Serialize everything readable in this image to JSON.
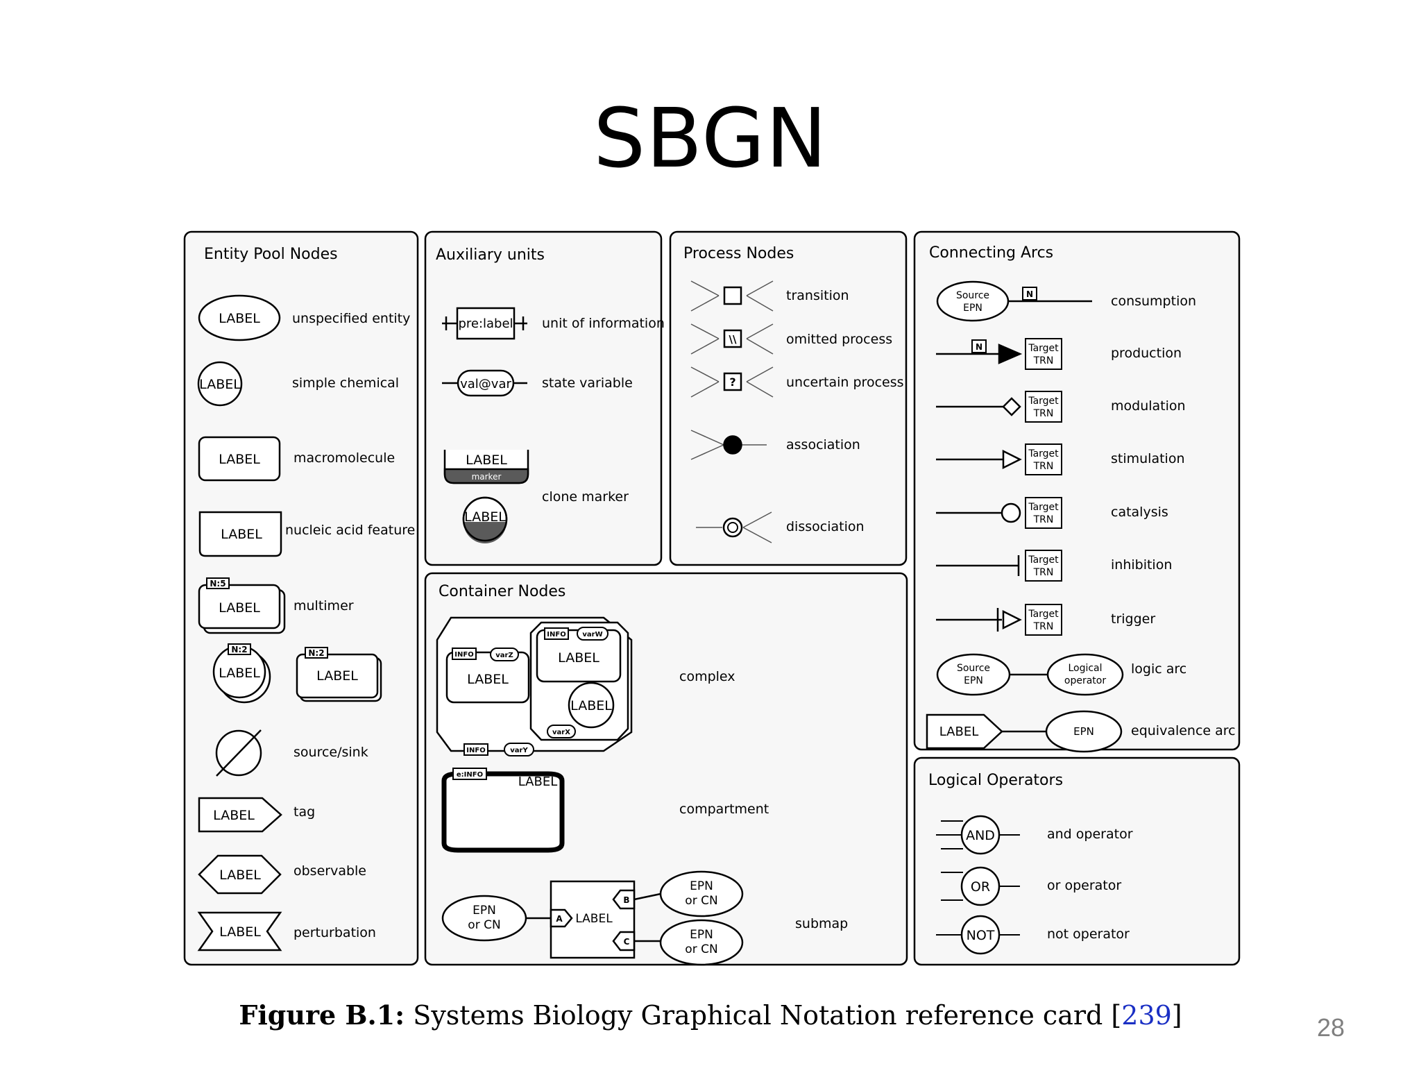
{
  "slide": {
    "title": "SBGN",
    "page_number": "28"
  },
  "caption": {
    "figure_label": "Figure B.1:",
    "text": " Systems Biology Graphical Notation reference card [",
    "reference": "239",
    "close": "]"
  },
  "entity_pool": {
    "heading": "Entity Pool Nodes",
    "label": "LABEL",
    "unspecified_entity": "unspecified entity",
    "simple_chemical": "simple chemical",
    "macromolecule": "macromolecule",
    "nucleic_acid_feature": "nucleic acid feature",
    "multimer": "multimer",
    "multimer_count": "N:5",
    "multimer_count_2": "N:2",
    "source_sink": "source/sink",
    "tag": "tag",
    "observable": "observable",
    "perturbation": "perturbation"
  },
  "auxiliary": {
    "heading": "Auxiliary units",
    "pre_label": "pre:label",
    "unit_of_information": "unit of information",
    "val_var": "val@var",
    "state_variable": "state variable",
    "label": "LABEL",
    "marker": "marker",
    "clone_marker": "clone marker"
  },
  "process": {
    "heading": "Process Nodes",
    "transition": "transition",
    "omitted_process": "omitted process",
    "omitted_glyph": "\\\\",
    "uncertain_process": "uncertain process",
    "uncertain_glyph": "?",
    "association": "association",
    "dissociation": "dissociation"
  },
  "arcs": {
    "heading": "Connecting Arcs",
    "source": "Source",
    "epn": "EPN",
    "target": "Target",
    "trn": "TRN",
    "n": "N",
    "consumption": "consumption",
    "production": "production",
    "modulation": "modulation",
    "stimulation": "stimulation",
    "catalysis": "catalysis",
    "inhibition": "inhibition",
    "trigger": "trigger",
    "logical": "Logical",
    "operator": "operator",
    "logic_arc": "logic arc",
    "label": "LABEL",
    "equivalence_arc": "equivalence arc"
  },
  "container": {
    "heading": "Container Nodes",
    "info": "INFO",
    "varz": "varZ",
    "varw": "varW",
    "varx": "varX",
    "vary": "varY",
    "label": "LABEL",
    "complex": "complex",
    "e_info": "e:INFO",
    "compartment": "compartment",
    "epn_line1": "EPN",
    "epn_line2": "or CN",
    "port_a": "A",
    "port_b": "B",
    "port_c": "C",
    "submap": "submap"
  },
  "logical": {
    "heading": "Logical Operators",
    "and_glyph": "AND",
    "and_operator": "and operator",
    "or_glyph": "OR",
    "or_operator": "or operator",
    "not_glyph": "NOT",
    "not_operator": "not operator"
  }
}
